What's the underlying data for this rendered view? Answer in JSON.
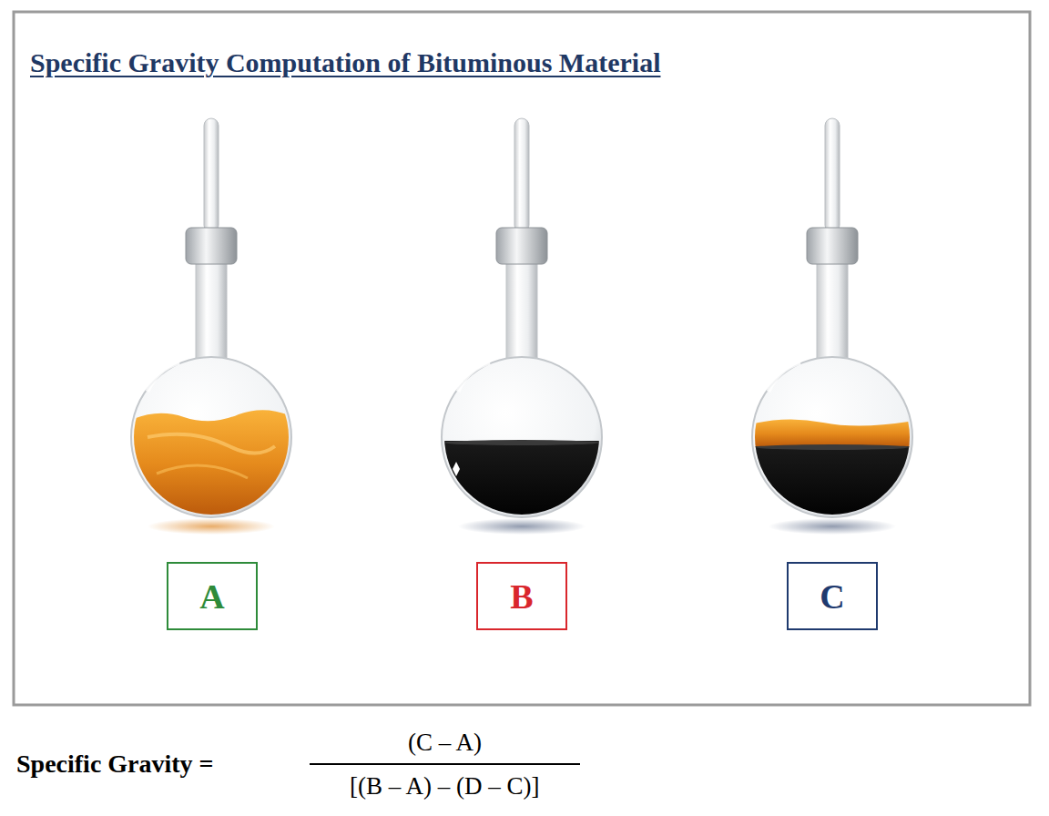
{
  "diagram": {
    "title": "Specific Gravity Computation of Bituminous Material",
    "nodes": [
      {
        "text": [
          "A"
        ]
      },
      {
        "text": [
          "B"
        ]
      },
      {
        "text": [
          "C"
        ]
      }
    ],
    "labels": [
      "Specific Gravity =",
      "(C – A)",
      "[(B – A) – (D – C)]"
    ]
  }
}
